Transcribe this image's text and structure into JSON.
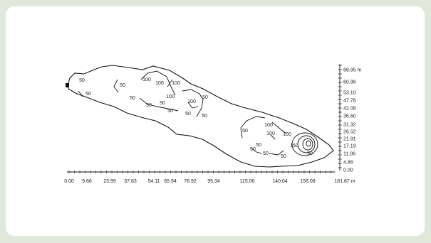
{
  "diagram": {
    "x_axis": {
      "ticks": [
        "0.00",
        "9.66",
        "23.99",
        "37.83",
        "54.11",
        "65.94",
        "78.92",
        "95.34",
        "115.06",
        "140.04",
        "158.08",
        "181.87 m"
      ]
    },
    "y_axis": {
      "ticks": [
        "68.95 m",
        "60.38",
        "53.10",
        "47.78",
        "42.08",
        "36.60",
        "31.32",
        "26.52",
        "21.91",
        "17.19",
        "11.06",
        "4.86",
        "0.00"
      ]
    },
    "contour_labels": [
      "50",
      "50",
      "50",
      "50",
      "100",
      "100",
      "100",
      "100",
      "50",
      "50",
      "50",
      "50",
      "50",
      "100",
      "50",
      "50",
      "100",
      "50",
      "100",
      "100",
      "150",
      "50",
      "50",
      "50",
      "50"
    ]
  }
}
